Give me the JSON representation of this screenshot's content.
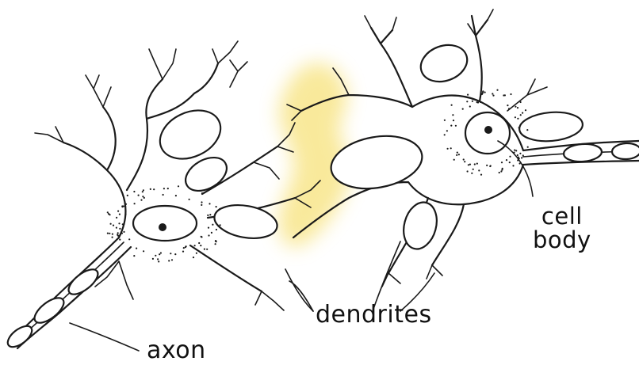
{
  "labels": {
    "dendrites": "dendrites",
    "axon": "axon",
    "cell_line1": "cell",
    "cell_line2": "body"
  },
  "colors": {
    "ink": "#1a1a1a",
    "synapse_highlight": "#f7e27a",
    "background": "#ffffff"
  }
}
